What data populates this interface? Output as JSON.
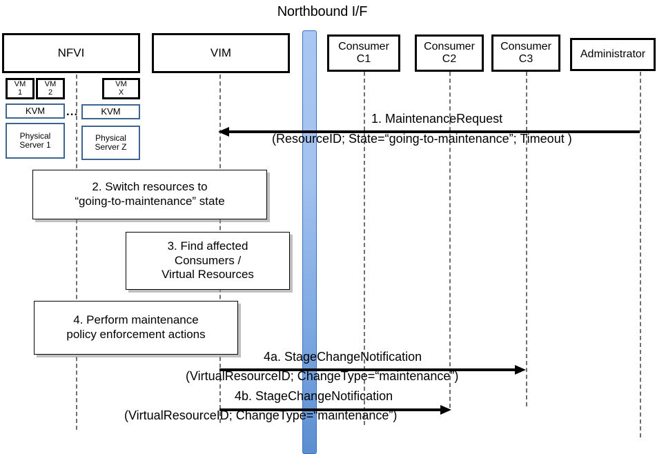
{
  "diagram": {
    "title": "Northbound I/F",
    "type": "uml-sequence-diagram"
  },
  "participants": [
    {
      "id": "nfvi",
      "label": "NFVI"
    },
    {
      "id": "vim",
      "label": "VIM"
    },
    {
      "id": "consumer_c1",
      "line1": "Consumer",
      "line2": "C1"
    },
    {
      "id": "consumer_c2",
      "line1": "Consumer",
      "line2": "C2"
    },
    {
      "id": "consumer_c3",
      "line1": "Consumer",
      "line2": "C3"
    },
    {
      "id": "administrator",
      "label": "Administrator"
    }
  ],
  "nfvi_internals": {
    "vms": [
      {
        "line1": "VM",
        "line2": "1"
      },
      {
        "line1": "VM",
        "line2": "2"
      },
      {
        "line1": "VM",
        "line2": "X"
      }
    ],
    "hypervisors": [
      {
        "label": "KVM"
      },
      {
        "label": "KVM"
      }
    ],
    "servers": [
      {
        "line1": "Physical",
        "line2": "Server 1"
      },
      {
        "line1": "Physical",
        "line2": "Server Z"
      }
    ],
    "ellipsis": "..."
  },
  "messages": [
    {
      "id": "msg-1",
      "number": "1.",
      "name": "MaintenanceRequest",
      "label": "1.   MaintenanceRequest",
      "params": "(ResourceID; State=“going-to-maintenance”; Timeout )",
      "from": "administrator",
      "to": "vim",
      "direction": "left"
    },
    {
      "id": "msg-4a",
      "number": "4a.",
      "name": "StageChangeNotification",
      "label": "4a. StageChangeNotification",
      "params": "(VirtualResourceID; ChangeType=“maintenance”)",
      "from": "vim",
      "to": "consumer_c3",
      "direction": "right"
    },
    {
      "id": "msg-4b",
      "number": "4b.",
      "name": "StageChangeNotification",
      "label": "4b. StageChangeNotification",
      "params": "(VirtualResourceID; ChangeType=“maintenance”)",
      "from": "vim",
      "to": "consumer_c2",
      "direction": "right"
    }
  ],
  "steps": [
    {
      "id": "step-2",
      "line1": "2. Switch resources to",
      "line2": "“going-to-maintenance” state"
    },
    {
      "id": "step-3",
      "line1": "3. Find affected",
      "line2": "Consumers /",
      "line3": "Virtual Resources"
    },
    {
      "id": "step-4",
      "line1": "4. Perform maintenance",
      "line2": "policy enforcement actions"
    }
  ],
  "colors": {
    "interface_bar_light": "#A9C7F2",
    "interface_bar_dark": "#5B8ED1",
    "interface_bar_border": "#3F6FBF",
    "box_border": "#000000",
    "blue_box_border": "#3C6491",
    "lifeline": "#6F6F6F"
  }
}
